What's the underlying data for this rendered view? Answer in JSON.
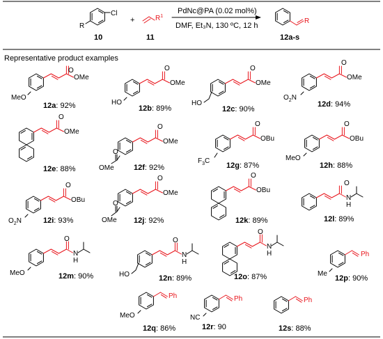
{
  "reaction": {
    "reactant1_number": "10",
    "reactant1_substituent": "R",
    "reactant1_halogen": "Cl",
    "plus": "+",
    "reactant2_number": "11",
    "reactant2_substituent": "R",
    "reactant2_superscript": "1",
    "conditions_line1": "PdNc@PA (0.02 mol%)",
    "conditions_line2": "DMF, Et₃N, 130 ºC, 12 h",
    "product_number": "12a-s",
    "product_substituent": "R"
  },
  "section_title": "Representative product examples",
  "atoms": {
    "MeO": "MeO",
    "HO": "HO",
    "O2N_main": "O",
    "O2N_sub": "2",
    "O2N_tail": "N",
    "F3C_main": "F",
    "F3C_sub": "3",
    "F3C_tail": "C",
    "Me": "Me",
    "NC": "NC",
    "O": "O",
    "OMe": "OMe",
    "OBu": "OBu",
    "N": "N",
    "H": "H",
    "Ph": "Ph"
  },
  "products": [
    {
      "id": "12a",
      "yield": ": 92%"
    },
    {
      "id": "12b",
      "yield": ": 89%"
    },
    {
      "id": "12c",
      "yield": ": 90%"
    },
    {
      "id": "12d",
      "yield": ": 94%"
    },
    {
      "id": "12e",
      "yield": ": 88%"
    },
    {
      "id": "12f",
      "yield": ": 92%"
    },
    {
      "id": "12g",
      "yield": ": 87%"
    },
    {
      "id": "12h",
      "yield": ": 88%"
    },
    {
      "id": "12i",
      "yield": ": 93%"
    },
    {
      "id": "12j",
      "yield": ": 92%"
    },
    {
      "id": "12k",
      "yield": ": 89%"
    },
    {
      "id": "12l",
      "yield": ": 89%"
    },
    {
      "id": "12m",
      "yield": ": 90%"
    },
    {
      "id": "12n",
      "yield": ": 89%"
    },
    {
      "id": "12o",
      "yield": ": 87%"
    },
    {
      "id": "12p",
      "yield": ": 90%"
    },
    {
      "id": "12q",
      "yield": ": 86%"
    },
    {
      "id": "12r",
      "yield": ": 90"
    },
    {
      "id": "12s",
      "yield": ": 88%"
    }
  ]
}
